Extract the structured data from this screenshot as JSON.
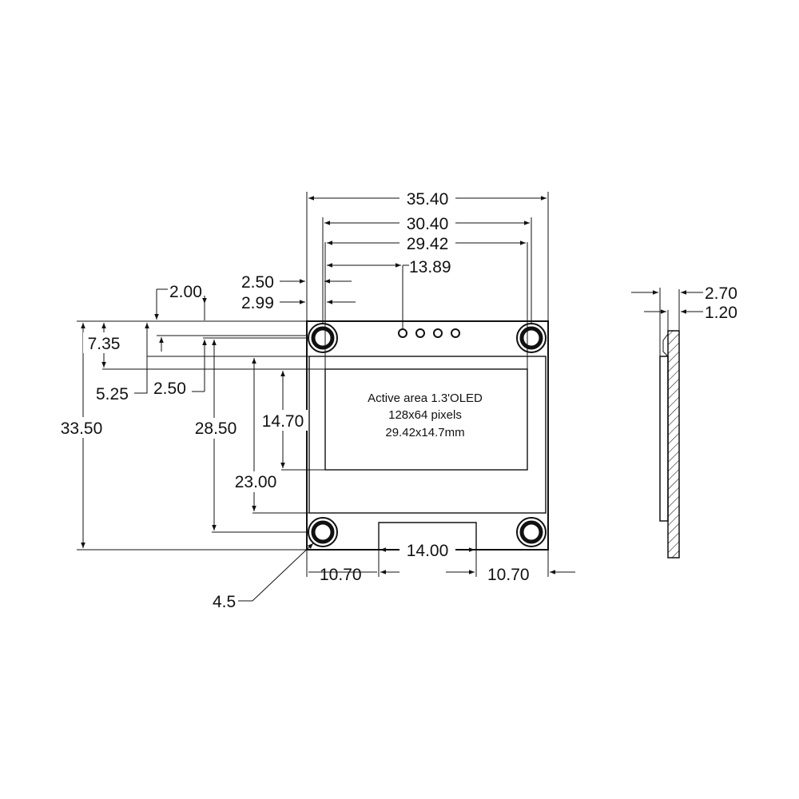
{
  "front_view": {
    "dimensions": {
      "board_width": "35.40",
      "hole_pitch_x": "30.40",
      "active_width": "29.42",
      "pin_offset": "13.89",
      "hole_edge_offset_a": "2.50",
      "active_edge_offset": "2.99",
      "hole_top_offset": "2.00",
      "active_top_offset": "7.35",
      "glass_top_offset": "5.25",
      "hole_top_offset_b": "2.50",
      "board_height": "33.50",
      "hole_pitch_y": "28.50",
      "active_height": "14.70",
      "glass_height": "23.00",
      "connector_width": "14.00",
      "connector_offset_left": "10.70",
      "connector_offset_right": "10.70",
      "hole_diameter": "4.5"
    },
    "active_area_note": {
      "line1": "Active area 1.3'OLED",
      "line2": "128x64 pixels",
      "line3": "29.42x14.7mm"
    }
  },
  "side_view": {
    "dimensions": {
      "total_thickness": "2.70",
      "pcb_thickness": "1.20"
    }
  },
  "colors": {
    "line": "#111111",
    "background": "#ffffff"
  }
}
